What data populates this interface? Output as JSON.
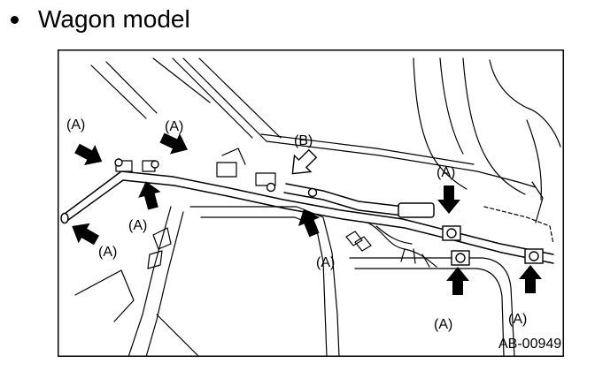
{
  "heading": {
    "text": "Wagon model"
  },
  "figure": {
    "id_label": "AB-00949",
    "callout_a": "(A)",
    "callout_b": "(B)"
  }
}
